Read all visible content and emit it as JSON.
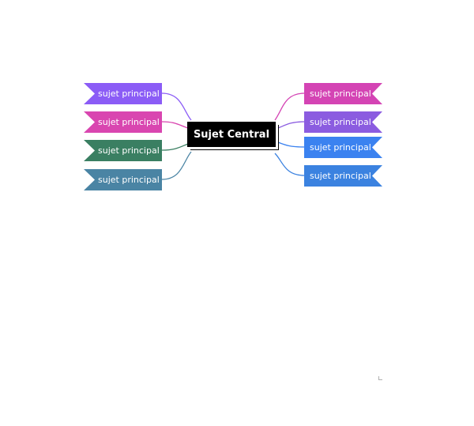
{
  "central_topic": {
    "label": "Sujet Central",
    "background": "#000000",
    "text_color": "#ffffff"
  },
  "left_topics": [
    {
      "label": "sujet principal",
      "color": "#8b5cf6"
    },
    {
      "label": "sujet principal",
      "color": "#d946b0"
    },
    {
      "label": "sujet principal",
      "color": "#3a7f62"
    },
    {
      "label": "sujet principal",
      "color": "#4a84a4"
    }
  ],
  "right_topics": [
    {
      "label": "sujet principal",
      "color": "#d444b4"
    },
    {
      "label": "sujet principal",
      "color": "#8b5ce0"
    },
    {
      "label": "sujet principal",
      "color": "#3b82f0"
    },
    {
      "label": "sujet principal",
      "color": "#3b82e0"
    }
  ]
}
